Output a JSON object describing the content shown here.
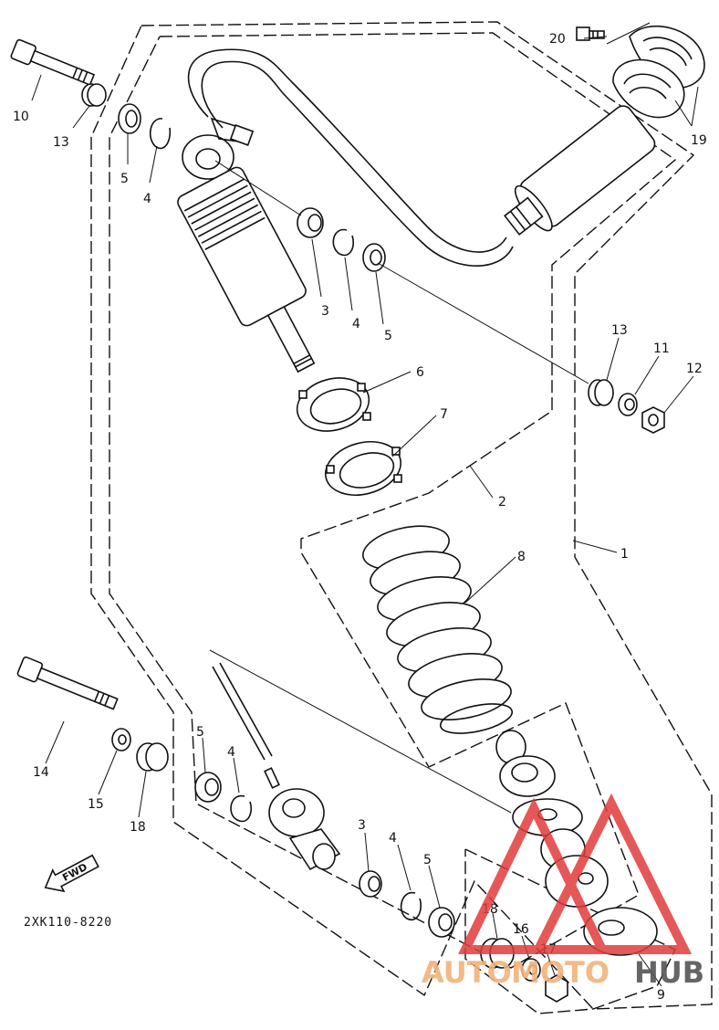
{
  "diagram": {
    "callouts": [
      {
        "id": "c20",
        "text": "20"
      },
      {
        "id": "c19",
        "text": "19"
      },
      {
        "id": "c10",
        "text": "10"
      },
      {
        "id": "c13a",
        "text": "13"
      },
      {
        "id": "c5a",
        "text": "5"
      },
      {
        "id": "c4a",
        "text": "4"
      },
      {
        "id": "c3a",
        "text": "3"
      },
      {
        "id": "c4b",
        "text": "4"
      },
      {
        "id": "c5b",
        "text": "5"
      },
      {
        "id": "c6",
        "text": "6"
      },
      {
        "id": "c7",
        "text": "7"
      },
      {
        "id": "c2",
        "text": "2"
      },
      {
        "id": "c13b",
        "text": "13"
      },
      {
        "id": "c11",
        "text": "11"
      },
      {
        "id": "c12",
        "text": "12"
      },
      {
        "id": "c8",
        "text": "8"
      },
      {
        "id": "c1",
        "text": "1"
      },
      {
        "id": "c14",
        "text": "14"
      },
      {
        "id": "c15",
        "text": "15"
      },
      {
        "id": "c18a",
        "text": "18"
      },
      {
        "id": "c5c",
        "text": "5"
      },
      {
        "id": "c4c",
        "text": "4"
      },
      {
        "id": "c3b",
        "text": "3"
      },
      {
        "id": "c4d",
        "text": "4"
      },
      {
        "id": "c5d",
        "text": "5"
      },
      {
        "id": "c18b",
        "text": "18"
      },
      {
        "id": "c16",
        "text": "16"
      },
      {
        "id": "c17",
        "text": "17"
      },
      {
        "id": "c9",
        "text": "9"
      }
    ],
    "fwd_label": "FWD",
    "diagram_code": "2XK110-8220",
    "watermark": {
      "part1": "AUTO",
      "part2": "MOTO",
      "part3": "HUB"
    },
    "colors": {
      "line": "#111111",
      "watermark_red": "#e23b3b",
      "watermark_orange": "#f2b27a",
      "watermark_gray": "#555555"
    }
  }
}
